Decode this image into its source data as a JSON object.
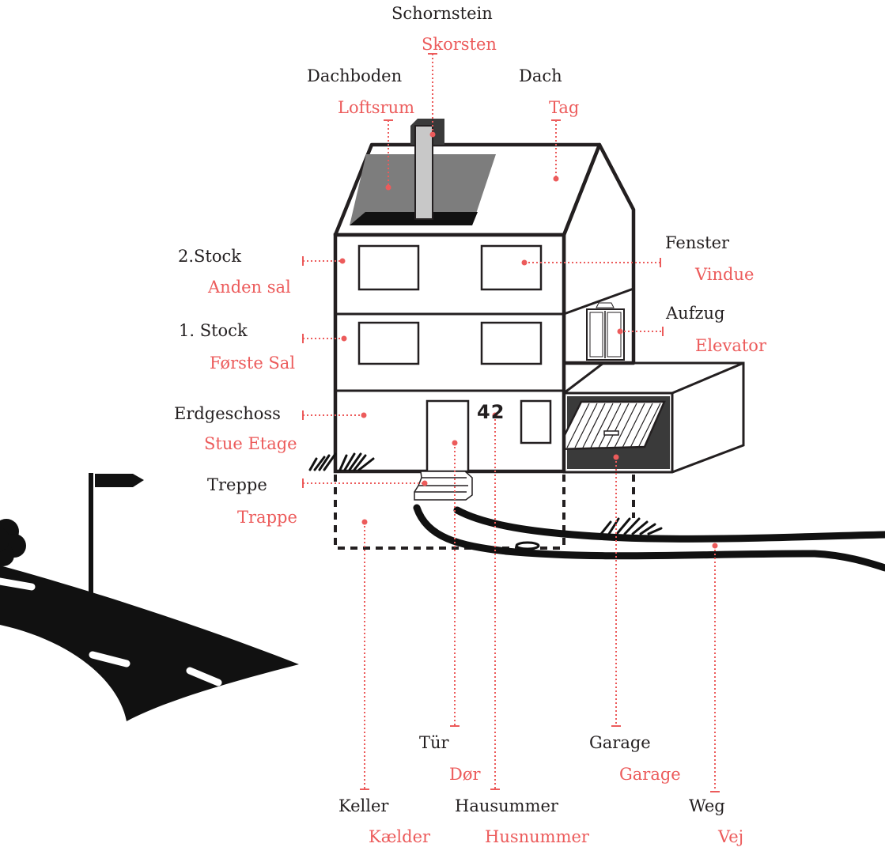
{
  "house_number": "42",
  "colors": {
    "german": "#231f20",
    "danish": "#ec5b5b",
    "outline": "#231f20",
    "dark_fill": "#3a3a3a",
    "window_fill": "#7d7d7d"
  },
  "icons": [
    "house",
    "chimney",
    "garage",
    "elevator",
    "road",
    "signpost",
    "tree",
    "grass"
  ],
  "labels": {
    "schornstein": {
      "de": "Schornstein",
      "da": "Skorsten"
    },
    "dachboden": {
      "de": "Dachboden",
      "da": "Loftsrum"
    },
    "dach": {
      "de": "Dach",
      "da": "Tag"
    },
    "stock2": {
      "de": "2.Stock",
      "da": "Anden sal"
    },
    "fenster": {
      "de": "Fenster",
      "da": "Vindue"
    },
    "stock1": {
      "de": "1. Stock",
      "da": "Første Sal"
    },
    "aufzug": {
      "de": "Aufzug",
      "da": "Elevator"
    },
    "erdgeschoss": {
      "de": "Erdgeschoss",
      "da": "Stue Etage"
    },
    "treppe": {
      "de": "Treppe",
      "da": "Trappe"
    },
    "tuer": {
      "de": "Tür",
      "da": "Dør"
    },
    "garage": {
      "de": "Garage",
      "da": "Garage"
    },
    "keller": {
      "de": "Keller",
      "da": "Kælder"
    },
    "hausnummer": {
      "de": "Hausummer",
      "da": "Husnummer"
    },
    "weg": {
      "de": "Weg",
      "da": "Vej"
    }
  }
}
